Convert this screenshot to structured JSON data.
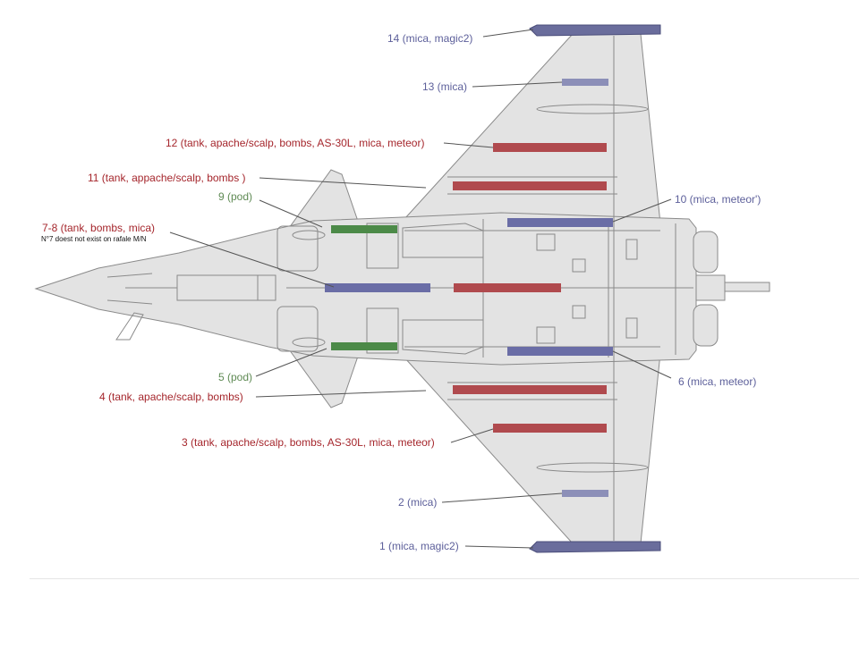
{
  "colors": {
    "blue": "#5c5f9a",
    "red": "#a5262c",
    "green": "#5f8a54",
    "airframe": "#e3e3e3",
    "outline": "#8a8a8a"
  },
  "stations": {
    "s14": "14 (mica, magic2)",
    "s13": "13 (mica)",
    "s12": "12 (tank, apache/scalp, bombs, AS-30L, mica, meteor)",
    "s11": "11 (tank, appache/scalp, bombs )",
    "s9": "9 (pod)",
    "s10": "10 (mica, meteor')",
    "s78": "7-8 (tank, bombs, mica)",
    "s7_note": "N°7 doest not exist on rafale M/N",
    "s5": "5 (pod)",
    "s6": "6 (mica, meteor)",
    "s4": "4 (tank, apache/scalp, bombs)",
    "s3": "3 (tank, apache/scalp, bombs, AS-30L, mica, meteor)",
    "s2": "2 (mica)",
    "s1": "1 (mica, magic2)"
  }
}
